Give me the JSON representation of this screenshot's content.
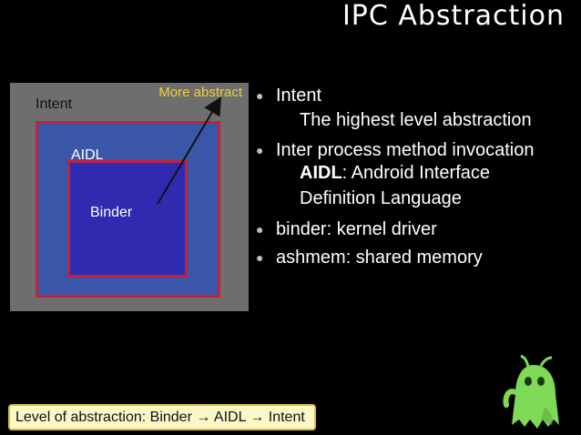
{
  "slide": {
    "title": "IPC Abstraction",
    "diagram": {
      "outer_label": "Intent",
      "more_abstract": "More abstract",
      "middle_label": "AIDL",
      "inner_label": "Binder"
    },
    "bullets": [
      {
        "text": "Intent"
      },
      {
        "text": "Inter process method invocation"
      },
      {
        "text": "binder: kernel driver"
      },
      {
        "text": "ashmem: shared memory"
      }
    ],
    "sub": {
      "intent_desc": "The highest level abstraction",
      "aidl_term": "AIDL",
      "aidl_rest": ": Android Interface",
      "aidl_line2": "Definition Language"
    },
    "footer": "Level of abstraction: Binder → AIDL → Intent"
  },
  "colors": {
    "background": "#000000",
    "outer_box": "#6e6e6e",
    "middle_box": "#3a56a8",
    "inner_box": "#2f2ab0",
    "box_border": "#c0223c",
    "accent_label": "#f0cf3a",
    "footer_bg": "#fbf7c6",
    "mascot": "#7ed957"
  }
}
